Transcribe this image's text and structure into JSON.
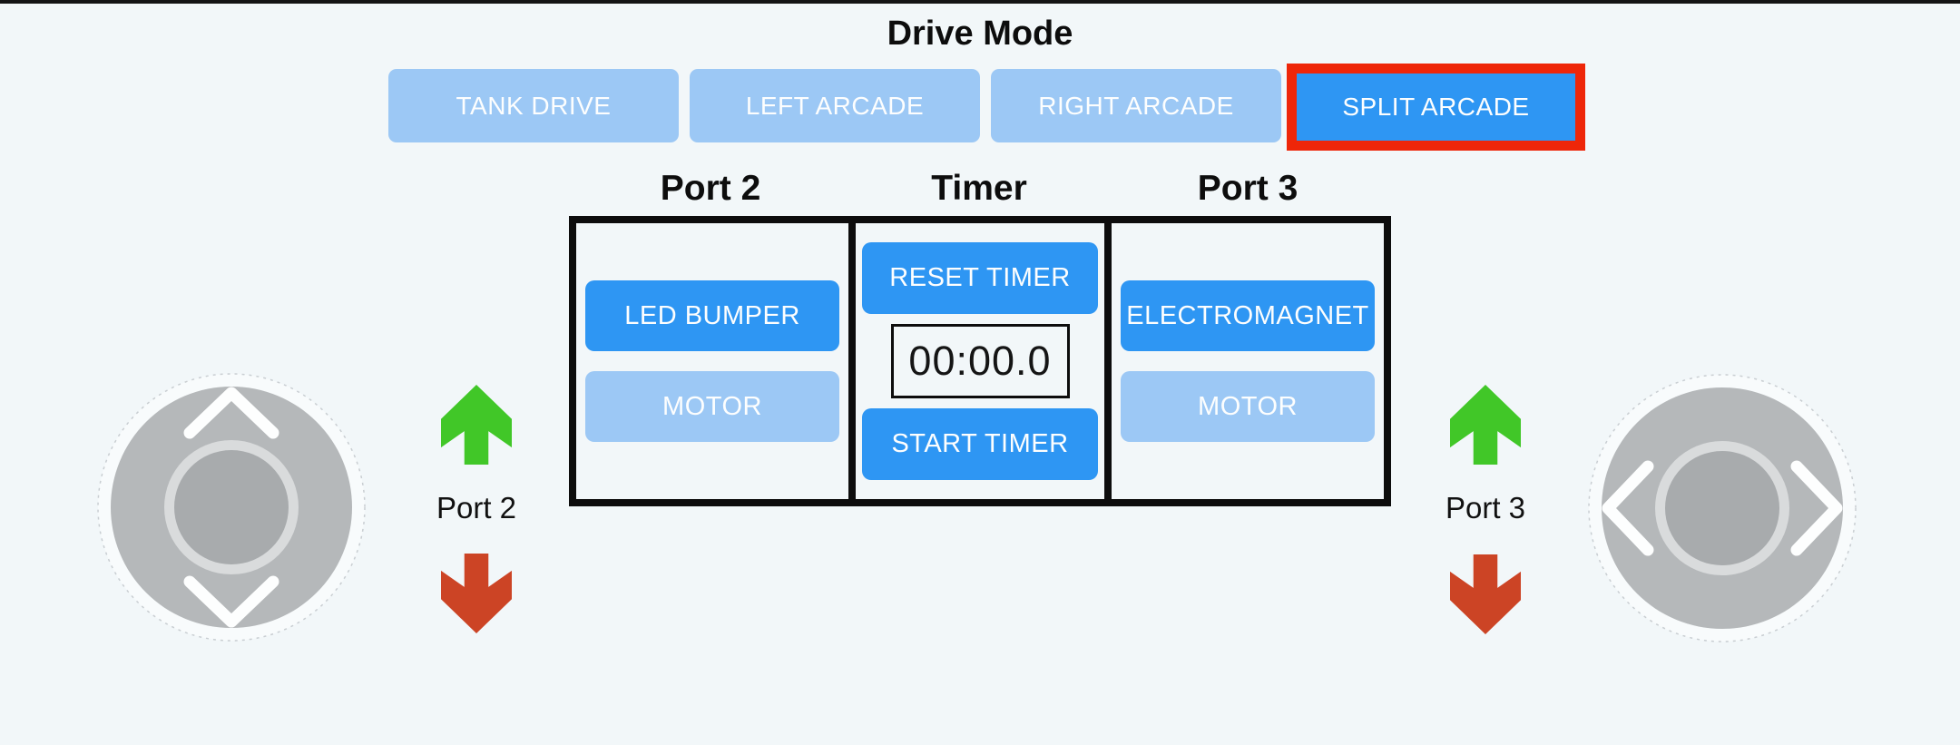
{
  "drive_mode": {
    "title": "Drive Mode",
    "options": [
      {
        "label": "TANK DRIVE",
        "selected": false
      },
      {
        "label": "LEFT ARCADE",
        "selected": false
      },
      {
        "label": "RIGHT ARCADE",
        "selected": false
      },
      {
        "label": "SPLIT ARCADE",
        "selected": true
      }
    ]
  },
  "panel": {
    "port2": {
      "header": "Port 2",
      "buttons": [
        {
          "label": "LED BUMPER",
          "state": "active"
        },
        {
          "label": "MOTOR",
          "state": "inactive"
        }
      ]
    },
    "timer": {
      "header": "Timer",
      "reset": "RESET TIMER",
      "display": "00:00.0",
      "start": "START TIMER"
    },
    "port3": {
      "header": "Port 3",
      "buttons": [
        {
          "label": "ELECTROMAGNET",
          "state": "active"
        },
        {
          "label": "MOTOR",
          "state": "inactive"
        }
      ]
    }
  },
  "indicators": {
    "left": {
      "label": "Port 2",
      "up_icon": "green-up-arrow",
      "down_icon": "red-down-arrow"
    },
    "right": {
      "label": "Port 3",
      "up_icon": "green-up-arrow",
      "down_icon": "red-down-arrow"
    }
  },
  "joysticks": {
    "left": {
      "axis": "vertical",
      "icons": [
        "up-chevron",
        "down-chevron"
      ]
    },
    "right": {
      "axis": "horizontal",
      "icons": [
        "left-chevron",
        "right-chevron"
      ]
    }
  },
  "colors": {
    "bg": "#f2f7f9",
    "bright_blue": "#2e96f3",
    "light_blue": "#9cc8f5",
    "selection_red": "#ee2609",
    "arrow_green": "#41c728",
    "arrow_red": "#cc4425",
    "ink": "#0d0d0d",
    "white_text": "#fdfefe",
    "joy_base": "#b5b8ba",
    "joy_knob": "#a8abad",
    "joy_ring": "#d9dbdc",
    "joy_outer": "#f8fbfc",
    "joy_outer_border": "#c9ced2"
  }
}
